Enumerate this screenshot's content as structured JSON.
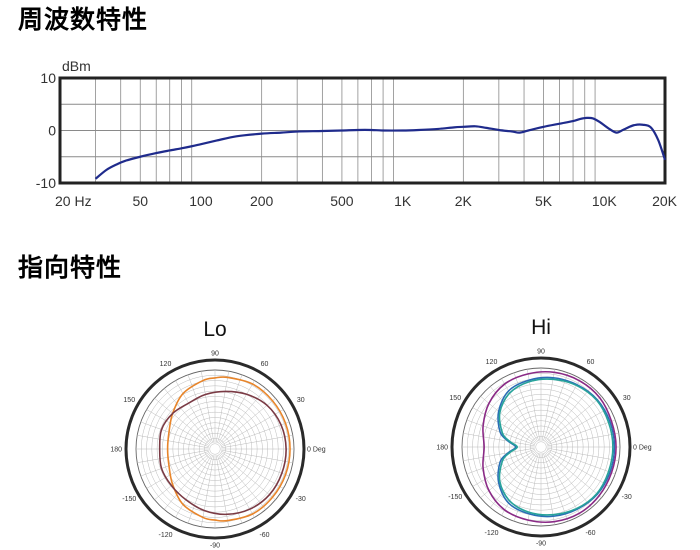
{
  "page": {
    "title_frequency": "周波数特性",
    "title_polar": "指向特性"
  },
  "chart_data": [
    {
      "type": "line",
      "x_scale": "log",
      "ylabel": "dBm",
      "xlim": [
        20,
        20000
      ],
      "ylim": [
        -10,
        10
      ],
      "y_ticks": [
        10,
        0,
        -10
      ],
      "x_tick_values": [
        20,
        50,
        100,
        200,
        500,
        1000,
        2000,
        5000,
        10000,
        20000
      ],
      "x_tick_labels": [
        "20  Hz",
        "50",
        "100",
        "200",
        "500",
        "1K",
        "2K",
        "5K",
        "10K",
        "20K"
      ],
      "grid": true,
      "colors": {
        "line": "#1f2b8c",
        "frame": "#222222",
        "grid": "#8a8a8a"
      },
      "series": [
        {
          "x": [
            30,
            34,
            38,
            42,
            50,
            60,
            70,
            80,
            90,
            100,
            120,
            150,
            200,
            250,
            300,
            400,
            500,
            600,
            700,
            800,
            1000,
            1200,
            1500,
            1800,
            2000,
            2300,
            2600,
            3000,
            3500,
            3800,
            4200,
            5000,
            6000,
            7000,
            7600,
            8200,
            8800,
            9500,
            10500,
            11500,
            12500,
            14000,
            15500,
            17000,
            18500,
            20000
          ],
          "y": [
            -9.2,
            -7.5,
            -6.5,
            -5.8,
            -5.0,
            -4.3,
            -3.8,
            -3.4,
            -3.0,
            -2.6,
            -1.9,
            -1.1,
            -0.6,
            -0.4,
            -0.2,
            -0.1,
            0.0,
            0.1,
            0.1,
            0.0,
            0.0,
            0.1,
            0.3,
            0.6,
            0.7,
            0.8,
            0.5,
            0.1,
            -0.2,
            -0.4,
            0.0,
            0.7,
            1.3,
            1.8,
            2.2,
            2.4,
            2.3,
            1.6,
            0.4,
            -0.4,
            0.2,
            1.0,
            1.1,
            0.6,
            -1.8,
            -5.6
          ]
        }
      ]
    },
    {
      "type": "polar",
      "title": "Lo",
      "angle_labels": [
        "0 Deg",
        "30",
        "60",
        "90",
        "120",
        "150",
        "180",
        "-150",
        "-120",
        "-90",
        "-60",
        "-30"
      ],
      "grid": true,
      "series": [
        {
          "color": "#e8852a",
          "angles": [
            0,
            20,
            40,
            60,
            80,
            90,
            100,
            120,
            140,
            160,
            180,
            200,
            220,
            240,
            260,
            270,
            280,
            300,
            320,
            340
          ],
          "r": [
            0.95,
            0.95,
            0.95,
            0.95,
            0.92,
            0.9,
            0.88,
            0.81,
            0.7,
            0.62,
            0.6,
            0.62,
            0.7,
            0.81,
            0.88,
            0.9,
            0.92,
            0.95,
            0.95,
            0.95
          ]
        },
        {
          "color": "#7a3a44",
          "angles": [
            0,
            20,
            40,
            60,
            80,
            100,
            120,
            140,
            160,
            180,
            200,
            220,
            240,
            260,
            280,
            300,
            320,
            340
          ],
          "r": [
            0.9,
            0.89,
            0.86,
            0.8,
            0.74,
            0.7,
            0.67,
            0.7,
            0.72,
            0.7,
            0.72,
            0.72,
            0.74,
            0.79,
            0.84,
            0.88,
            0.9,
            0.9
          ]
        }
      ]
    },
    {
      "type": "polar",
      "title": "Hi",
      "angle_labels": [
        "0 Deg",
        "30",
        "60",
        "90",
        "120",
        "150",
        "180",
        "-150",
        "-120",
        "-90",
        "-60",
        "-30"
      ],
      "grid": true,
      "series": [
        {
          "color": "#2a6fb5",
          "angles": [
            0,
            20,
            40,
            60,
            80,
            100,
            120,
            140,
            160,
            170,
            180,
            190,
            200,
            220,
            240,
            260,
            280,
            300,
            320,
            340
          ],
          "r": [
            0.93,
            0.93,
            0.93,
            0.91,
            0.89,
            0.86,
            0.82,
            0.7,
            0.55,
            0.42,
            0.32,
            0.42,
            0.55,
            0.7,
            0.82,
            0.86,
            0.89,
            0.91,
            0.93,
            0.93
          ]
        },
        {
          "color": "#27a39a",
          "angles": [
            0,
            20,
            40,
            60,
            80,
            100,
            120,
            140,
            160,
            170,
            180,
            190,
            200,
            220,
            240,
            260,
            280,
            300,
            320,
            340
          ],
          "r": [
            0.91,
            0.91,
            0.92,
            0.9,
            0.87,
            0.84,
            0.79,
            0.68,
            0.52,
            0.4,
            0.3,
            0.4,
            0.52,
            0.68,
            0.79,
            0.84,
            0.87,
            0.9,
            0.92,
            0.91
          ]
        },
        {
          "color": "#8a2a86",
          "angles": [
            0,
            20,
            40,
            60,
            80,
            100,
            120,
            140,
            160,
            180,
            200,
            220,
            240,
            260,
            280,
            300,
            320,
            340
          ],
          "r": [
            0.95,
            0.95,
            0.97,
            0.97,
            0.96,
            0.94,
            0.92,
            0.86,
            0.78,
            0.72,
            0.78,
            0.86,
            0.92,
            0.94,
            0.96,
            0.97,
            0.96,
            0.95
          ]
        }
      ]
    }
  ]
}
